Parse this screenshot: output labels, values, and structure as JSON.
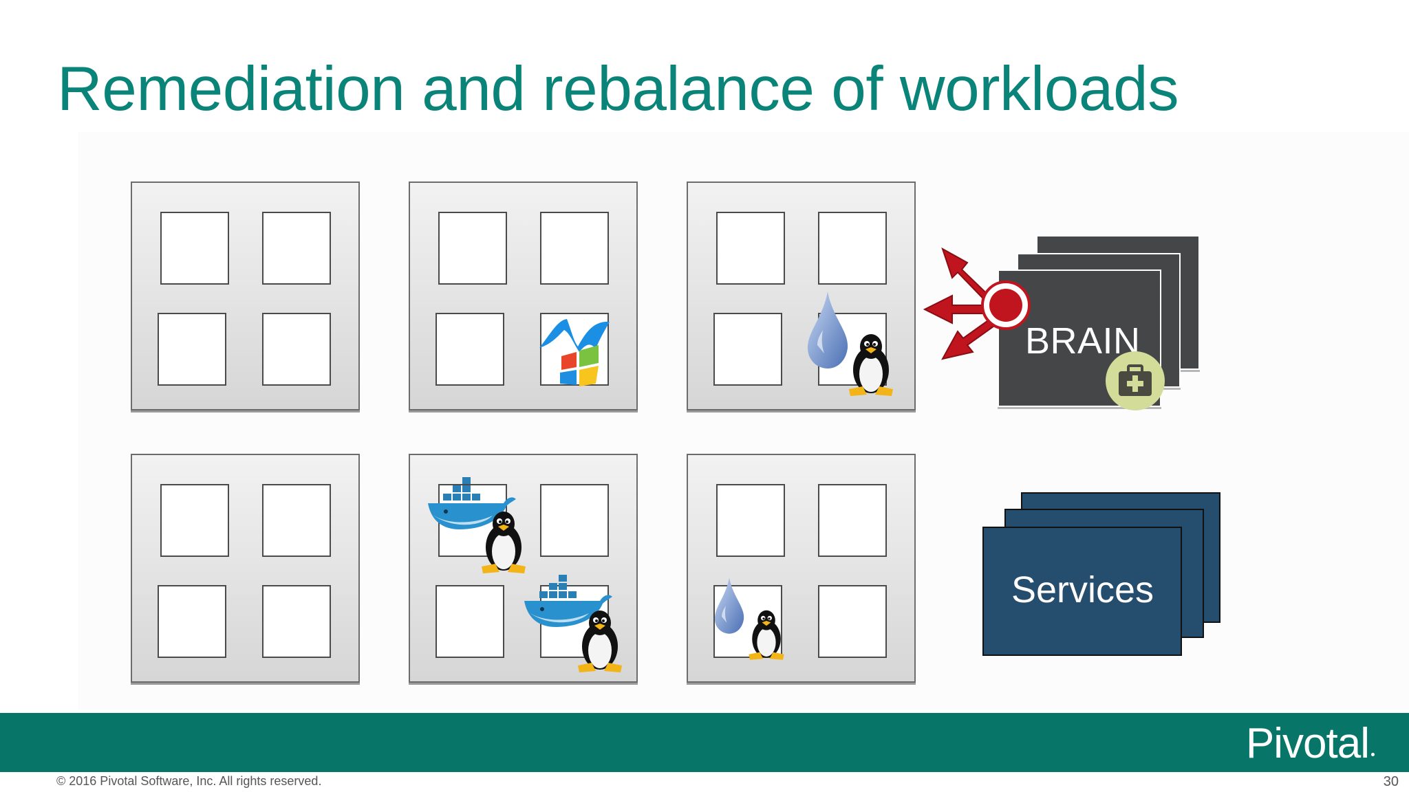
{
  "slide": {
    "title": "Remediation and rebalance of workloads",
    "brain_label": "BRAIN",
    "services_label": "Services",
    "logo_text": "Pivotal",
    "copyright": "© 2016 Pivotal Software, Inc.  All rights reserved.",
    "page_number": "30"
  },
  "colors": {
    "title": "#0a8478",
    "footer_bar": "#077669",
    "brain_card": "#454647",
    "services_card": "#254d6e",
    "arrow": "#c0141e",
    "badge": "#d4dc9a"
  },
  "icons": [
    "windows-icon",
    "water-drop-icon",
    "tux-penguin-icon",
    "docker-whale-icon",
    "first-aid-kit-icon",
    "arrows-icon"
  ]
}
